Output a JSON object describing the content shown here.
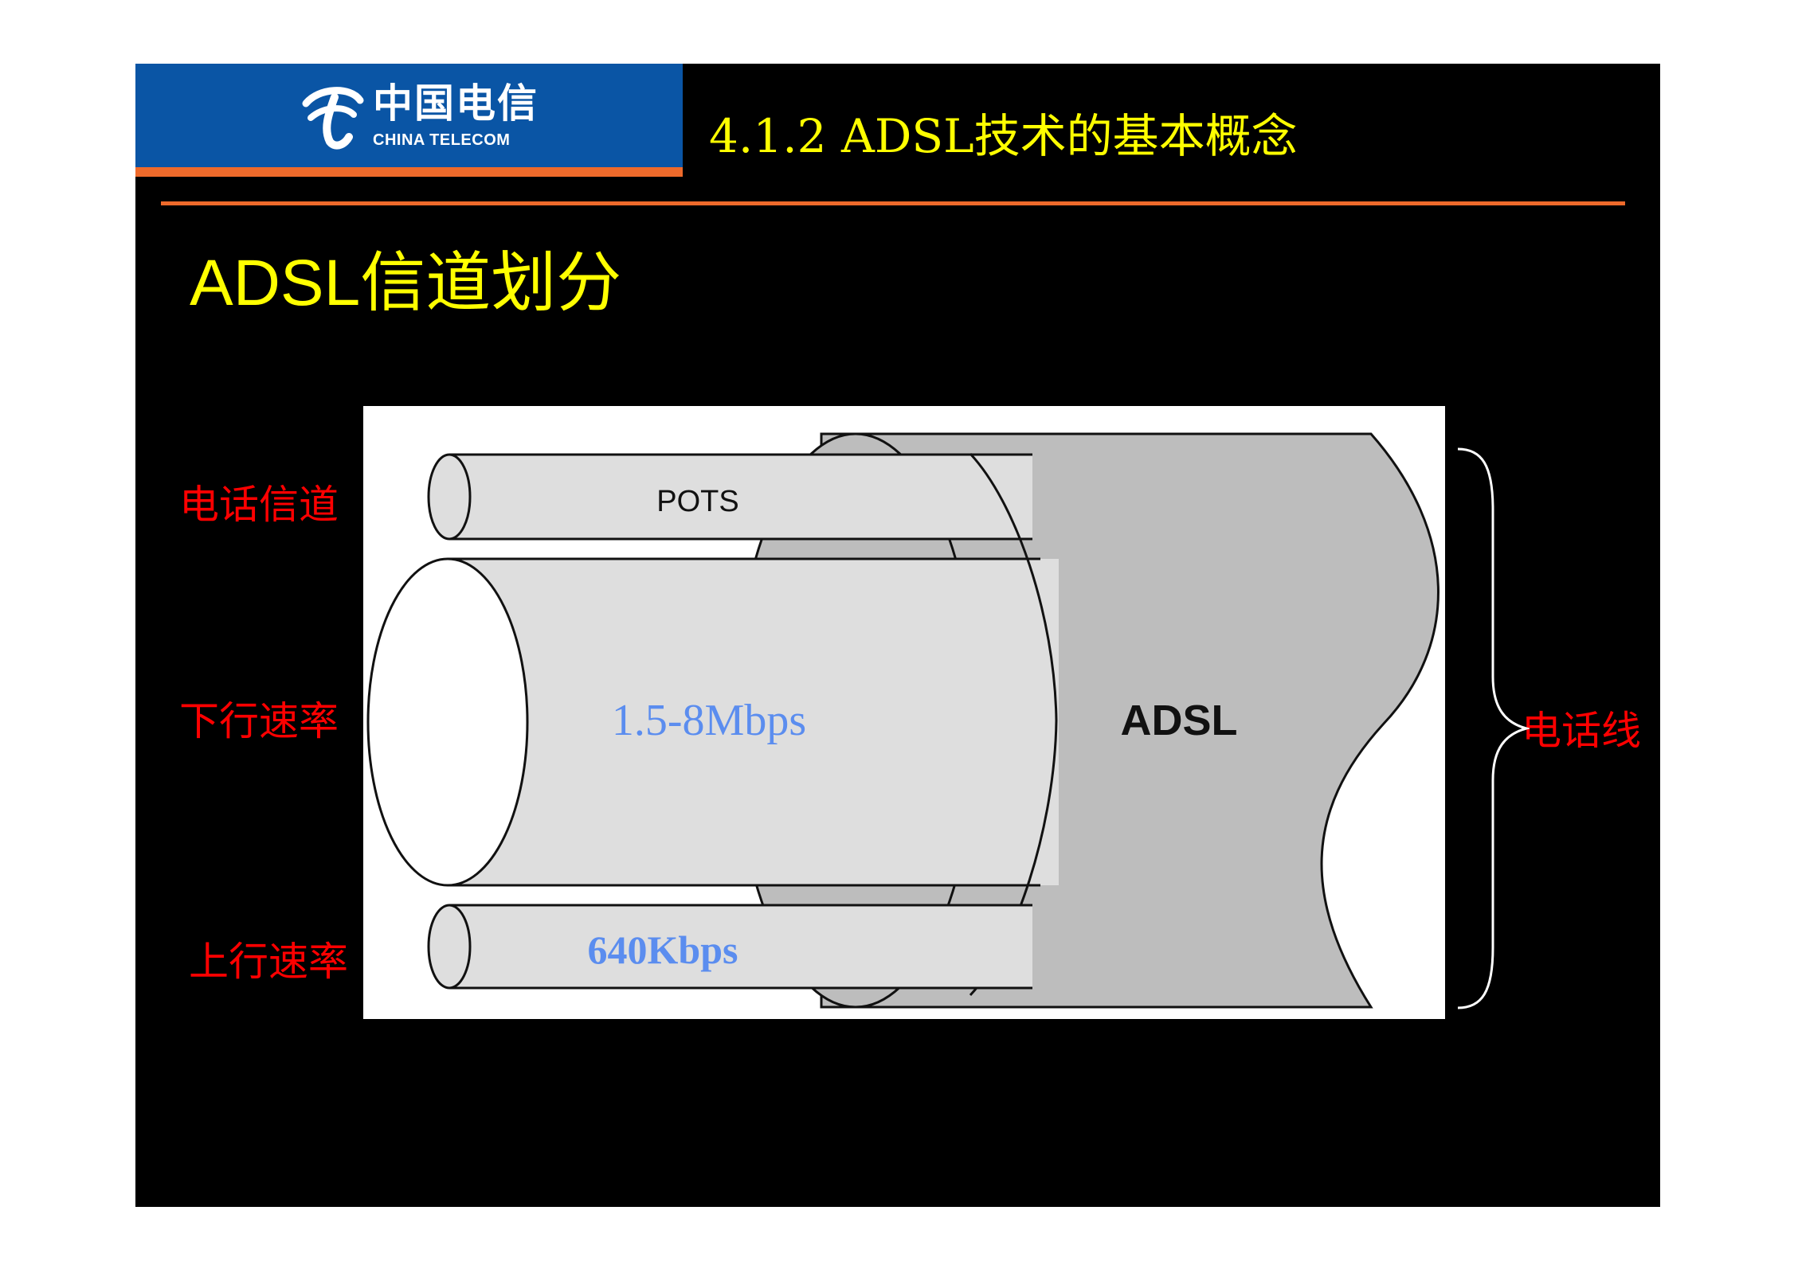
{
  "logo": {
    "chinese": "中国电信",
    "english": "CHINA TELECOM"
  },
  "header": {
    "title": "4.1.2 ADSL技术的基本概念"
  },
  "slide": {
    "title": "ADSL信道划分"
  },
  "labels": {
    "phone_channel": "电话信道",
    "downstream_rate": "下行速率",
    "upstream_rate": "上行速率",
    "phone_line": "电话线"
  },
  "diagram": {
    "pots_label": "POTS",
    "adsl_label": "ADSL",
    "downstream_value": "1.5-8Mbps",
    "upstream_value": "640Kbps"
  },
  "colors": {
    "slide_background": "#000000",
    "logo_blue": "#0a55a5",
    "accent_orange": "#ee6a2b",
    "title_yellow": "#ffff00",
    "label_red": "#ff0000",
    "rate_blue": "#5b8def",
    "tube_fill": "#dedede",
    "cable_fill": "#bdbdbd"
  }
}
